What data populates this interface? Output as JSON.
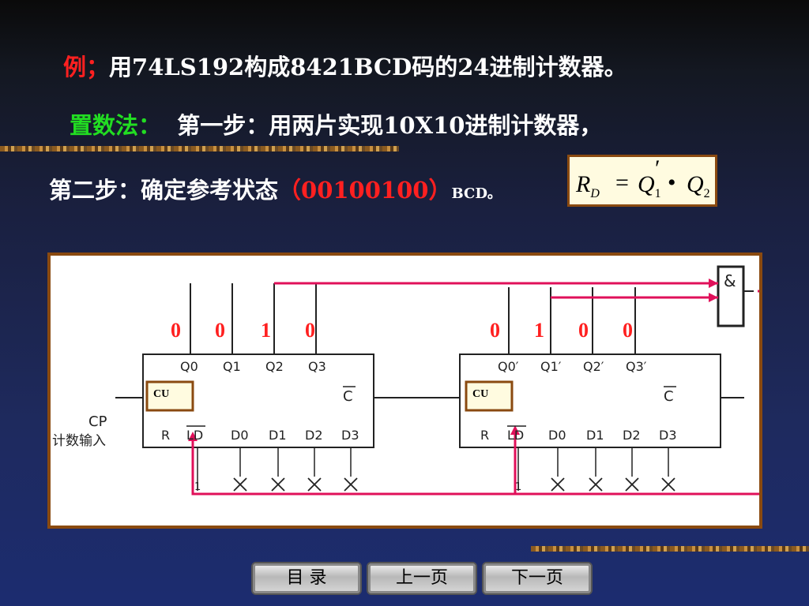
{
  "title": {
    "prefix": "例；",
    "text": "用74LS192构成8421BCD码的24进制计数器。"
  },
  "step1": {
    "method": "置数法：",
    "text": "第一步：用两片实现10X10进制计数器，"
  },
  "step2": {
    "text": "第二步：确定参考状态",
    "state": "（00100100）",
    "suffix": "BCD。"
  },
  "formula": {
    "lhs": "R",
    "lhs_sub": "D",
    "eq": "=",
    "q1": "Q",
    "q1_sub": "1",
    "prime": "′",
    "dot": "•",
    "q2": "Q",
    "q2_sub": "2"
  },
  "circuit": {
    "chip1": {
      "outputs": [
        "Q0",
        "Q1",
        "Q2",
        "Q3"
      ],
      "values": [
        "0",
        "0",
        "1",
        "0"
      ],
      "carry": "C",
      "cu": "CU",
      "inputs": [
        "R",
        "LD",
        "D0",
        "D1",
        "D2",
        "D3"
      ],
      "bottom_mark": "1"
    },
    "chip2": {
      "outputs": [
        "Q0′",
        "Q1′",
        "Q2′",
        "Q3′"
      ],
      "values": [
        "0",
        "1",
        "0",
        "0"
      ],
      "carry": "C",
      "cu": "CU",
      "inputs": [
        "R",
        "LD",
        "D0",
        "D1",
        "D2",
        "D3"
      ],
      "bottom_mark": "1"
    },
    "and_gate": "&",
    "cp_label": "CP",
    "cp_sub": "计数输入"
  },
  "nav": {
    "toc": "目 录",
    "prev": "上一页",
    "next": "下一页"
  },
  "colors": {
    "highlight_red": "#ff2020",
    "method_green": "#22dd22",
    "feedback_wire": "#e0105a",
    "border_brown": "#8a4a10"
  }
}
